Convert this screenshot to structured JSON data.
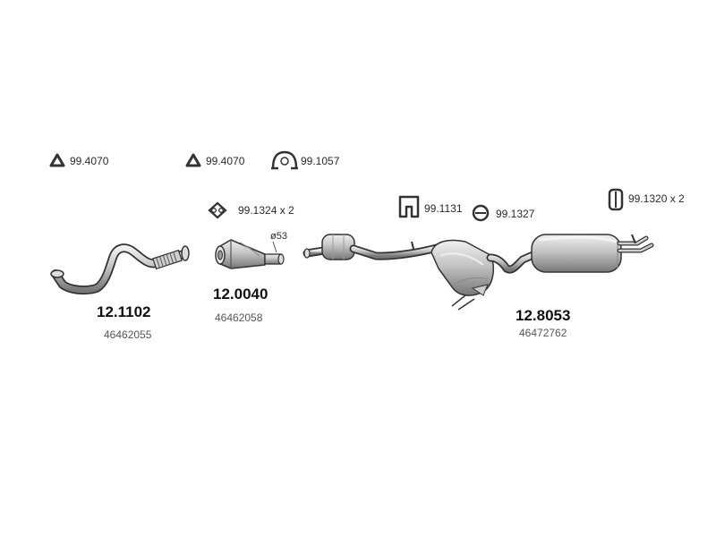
{
  "accessories": {
    "ring_a": "99.4070",
    "ring_b": "99.4070",
    "clamp": "99.1057",
    "hanger_pair": "99.1324 x 2",
    "hanger_block": "99.1131",
    "hanger_ring": "99.1327",
    "hanger_rear": "99.1320 x 2"
  },
  "dimension": "ø53",
  "parts": [
    {
      "number": "12.1102",
      "oem": "46462055"
    },
    {
      "number": "12.0040",
      "oem": "46462058"
    },
    {
      "number": "12.8053",
      "oem": "46472762"
    }
  ],
  "colors": {
    "line": "#333333",
    "metal": "#b8b8b8",
    "metal_dark": "#7a7a7a",
    "metal_light": "#e2e2e2"
  }
}
